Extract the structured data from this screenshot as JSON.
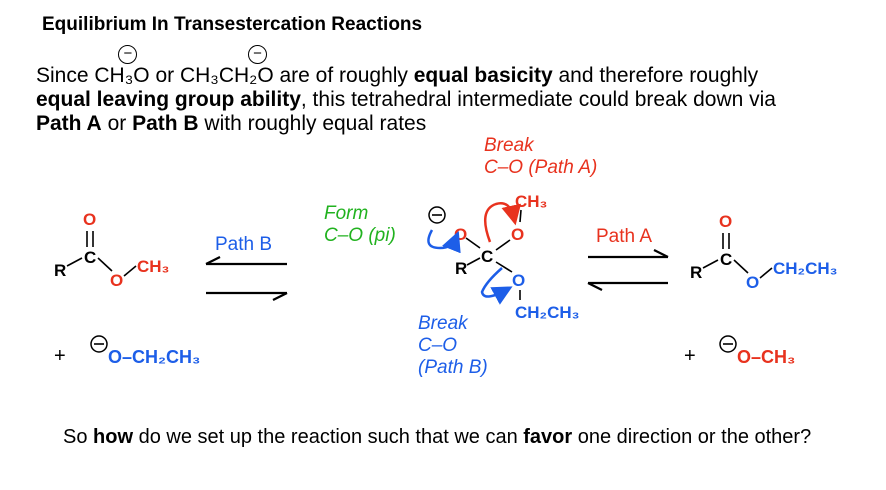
{
  "title": "Equilibrium In Transestercation Reactions",
  "para": {
    "l1a": "Since ",
    "methoxide": "CH₃O",
    "l1b": "or ",
    "ethoxide": "CH₃CH₂O",
    "l1c": "are of roughly ",
    "l1bold": "equal basicity",
    "l1d": " and therefore roughly",
    "l2bold": "equal leaving group ability",
    "l2rest": ", this tetrahedral intermediate could break down via",
    "pathA": "Path A",
    "or": " or ",
    "pathB": "Path B",
    "l3rest": " with roughly equal rates"
  },
  "labels": {
    "breakA1": "Break",
    "breakA2": "C–O (Path A)",
    "form1": "Form",
    "form2": "C–O (pi)",
    "breakB1": "Break",
    "breakB2": "C–O",
    "breakB3": "(Path B)",
    "arrowPathB": "Path B",
    "arrowPathA": "Path A"
  },
  "atoms": {
    "R": "R",
    "C": "C",
    "O": "O",
    "CH3": "CH₃",
    "CH2CH3": "CH₂CH₃",
    "plus": "+",
    "minus": "−",
    "O_CH2CH3": "O–CH₂CH₃",
    "O_CH3": "O–CH₃"
  },
  "question": {
    "a": "So ",
    "how": "how",
    "b": " do we set up the reaction such that we can ",
    "favor": "favor",
    "c": " one direction or the other?"
  },
  "colors": {
    "red": "#e8321e",
    "blue": "#1d5ee8",
    "green": "#21b21f"
  }
}
